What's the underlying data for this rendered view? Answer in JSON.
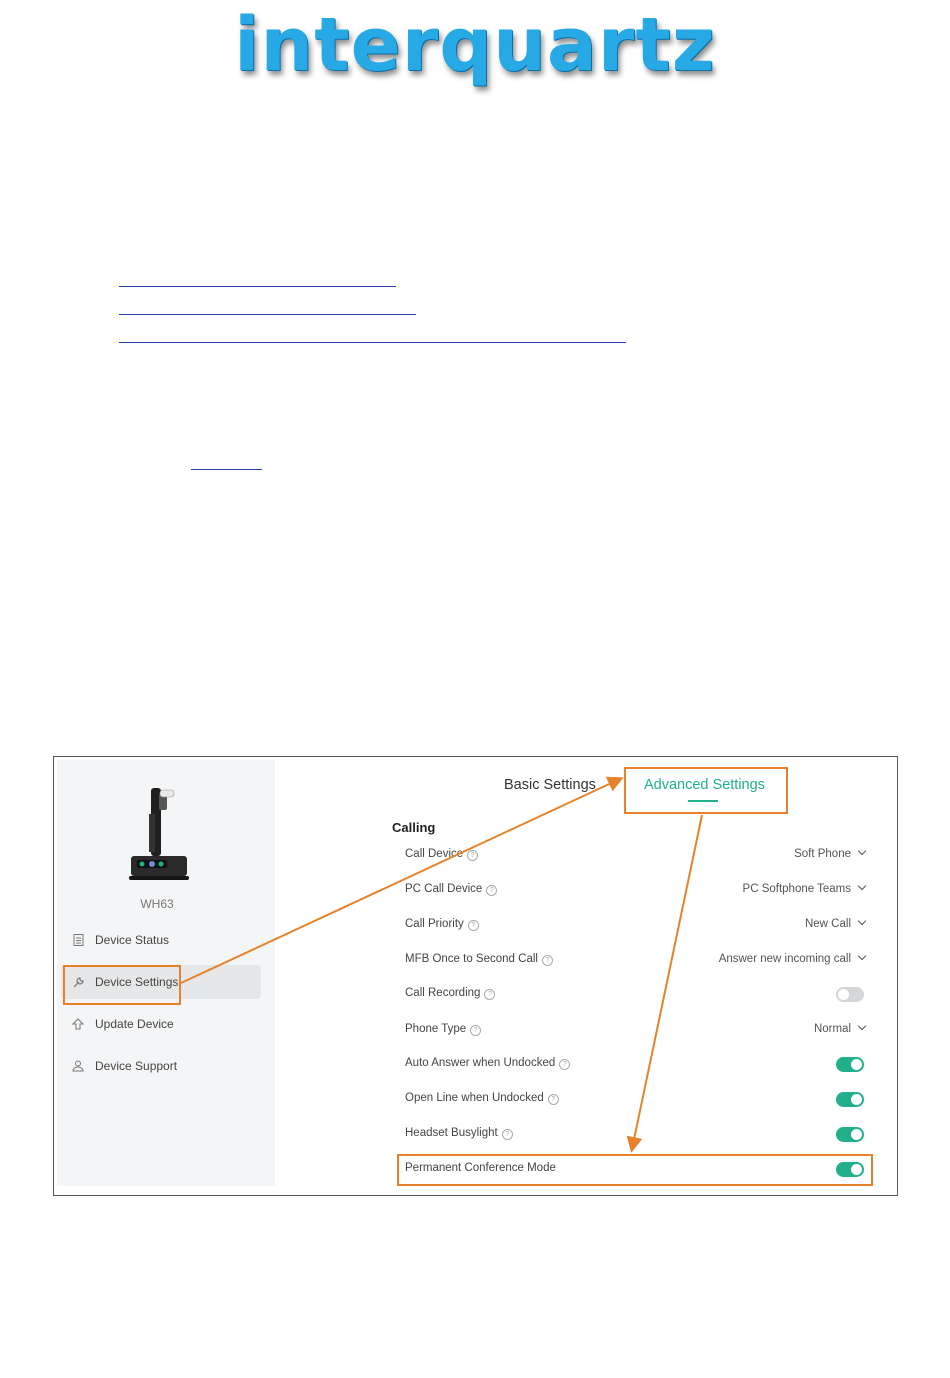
{
  "logo": {
    "text": "interquartz"
  },
  "app": {
    "device": {
      "name": "WH63",
      "image": "headset-base-station"
    },
    "nav": [
      {
        "label": "Device Status",
        "icon": "document-icon",
        "active": false
      },
      {
        "label": "Device Settings",
        "icon": "wrench-icon",
        "active": true
      },
      {
        "label": "Update Device",
        "icon": "upload-icon",
        "active": false
      },
      {
        "label": "Device Support",
        "icon": "person-icon",
        "active": false
      }
    ],
    "tabs": {
      "basic": "Basic Settings",
      "advanced": "Advanced Settings",
      "active": "advanced"
    },
    "section": "Calling",
    "settings": [
      {
        "label": "Call Device",
        "value": "Soft Phone",
        "type": "select"
      },
      {
        "label": "PC Call Device",
        "value": "PC Softphone Teams",
        "type": "select"
      },
      {
        "label": "Call Priority",
        "value": "New Call",
        "type": "select"
      },
      {
        "label": "MFB Once to Second Call",
        "value": "Answer new incoming call",
        "type": "select"
      },
      {
        "label": "Call Recording",
        "value": "off",
        "type": "toggle"
      },
      {
        "label": "Phone Type",
        "value": "Normal",
        "type": "select"
      },
      {
        "label": "Auto Answer when Undocked",
        "value": "on",
        "type": "toggle"
      },
      {
        "label": "Open Line when Undocked",
        "value": "on",
        "type": "toggle"
      },
      {
        "label": "Headset Busylight",
        "value": "on",
        "type": "toggle"
      },
      {
        "label": "Permanent Conference Mode",
        "value": "on",
        "type": "toggle"
      }
    ]
  },
  "colors": {
    "accent": "#20b08a",
    "highlight": "#e8822a",
    "logo": "#27a9e6",
    "link": "#2a3fb0"
  }
}
